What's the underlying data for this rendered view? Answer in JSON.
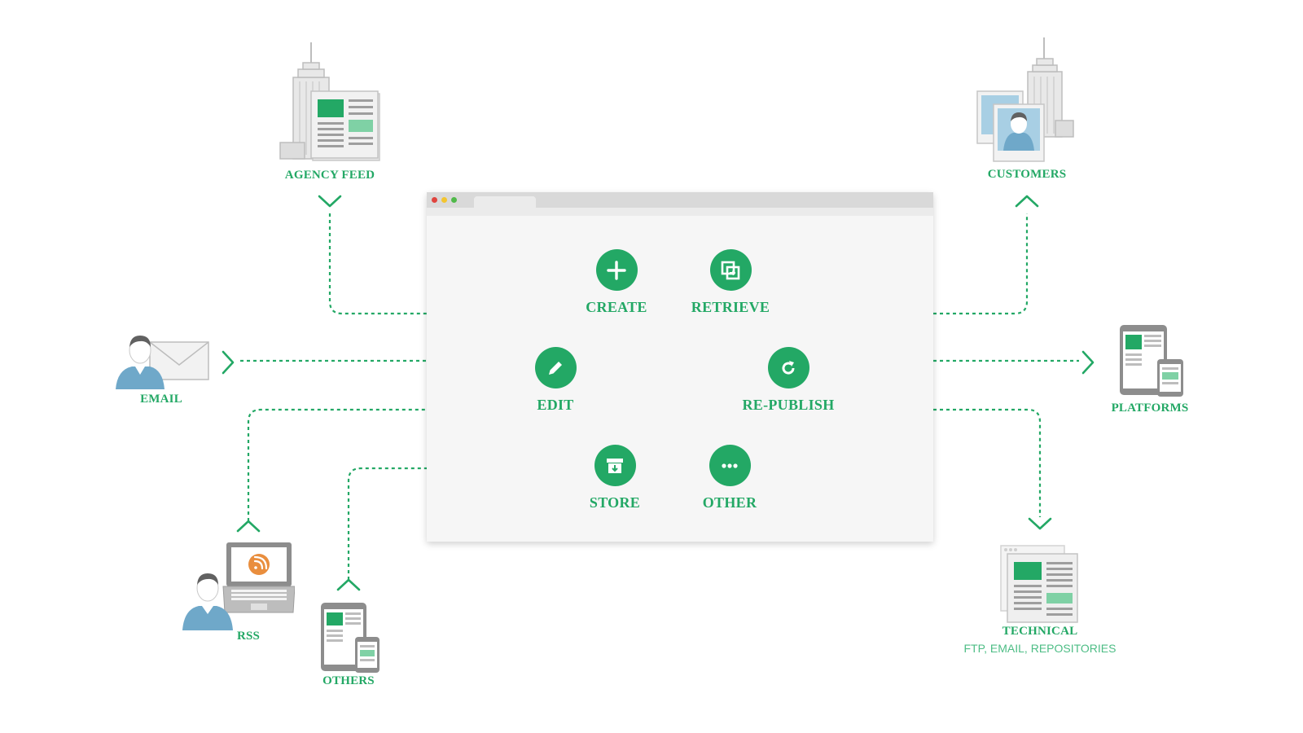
{
  "colors": {
    "accent": "#23a865",
    "gray": "#9e9e9e",
    "light": "#e6e6e6",
    "person": "#6fa8c9",
    "rss": "#e98e3e"
  },
  "sources": {
    "agency_feed": "AGENCY FEED",
    "email": "EMAIL",
    "rss": "RSS",
    "others": "OTHERS"
  },
  "destinations": {
    "customers": "CUSTOMERS",
    "platforms": "PLATFORMS",
    "technical": "TECHNICAL",
    "technical_sub": "FTP, EMAIL, REPOSITORIES"
  },
  "actions": [
    {
      "label": "CREATE",
      "icon": "plus-icon"
    },
    {
      "label": "RETRIEVE",
      "icon": "copy-icon"
    },
    {
      "label": "EDIT",
      "icon": "pencil-icon"
    },
    {
      "label": "RE-PUBLISH",
      "icon": "refresh-icon"
    },
    {
      "label": "STORE",
      "icon": "archive-icon"
    },
    {
      "label": "OTHER",
      "icon": "more-icon"
    }
  ]
}
